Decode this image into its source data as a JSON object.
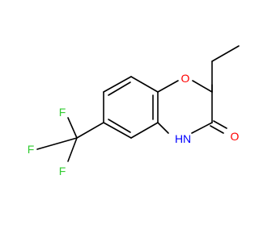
{
  "molecule": {
    "atoms": {
      "oxygen_ring": "O",
      "oxygen_carbonyl": "O",
      "nitrogen": "N",
      "nitrogen_h": "H",
      "fluorine_top": "F",
      "fluorine_left": "F",
      "fluorine_bottom": "F"
    },
    "colors": {
      "bond": "#000000",
      "oxygen": "#ff0000",
      "nitrogen": "#0000ff",
      "fluorine": "#33cc33"
    }
  }
}
